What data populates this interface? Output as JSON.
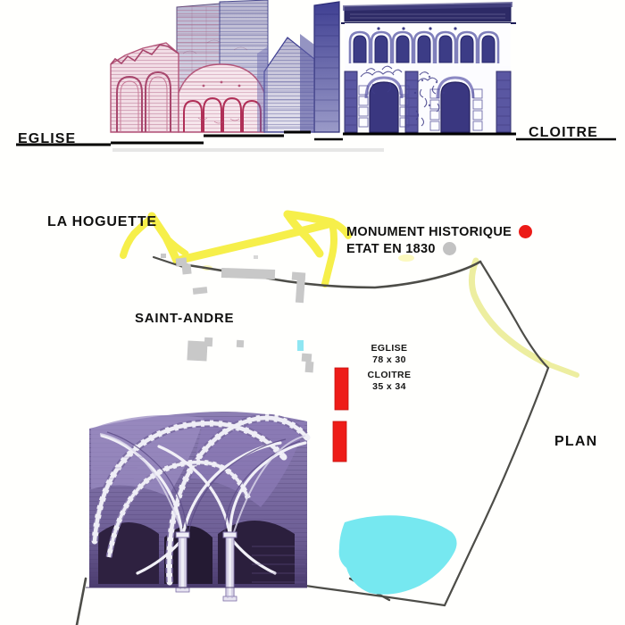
{
  "document": {
    "type": "archaeological-site-map",
    "subject": "Abbey ruins site plan with elevation drawings"
  },
  "elevation": {
    "left_label": "EGLISE",
    "right_label": "CLOITRE",
    "church_ink_color": "#b5577a",
    "cloister_ink_color": "#3a3a8c",
    "ground_line_color": "#000000"
  },
  "map": {
    "place_labels": [
      {
        "name": "LA HOGUETTE"
      },
      {
        "name": "SAINT-ANDRE"
      }
    ],
    "plan_label": "PLAN",
    "legend": {
      "rows": [
        {
          "text": "MONUMENT HISTORIQUE",
          "marker": "red-dot",
          "color": "#ec1b17"
        },
        {
          "text": "ETAT EN 1830",
          "marker": "grey-dot",
          "color": "#c2c2c2"
        }
      ]
    },
    "footprints": [
      {
        "name": "EGLISE",
        "dimensions": "78 x 30",
        "color": "#ee1c18"
      },
      {
        "name": "CLOITRE",
        "dimensions": "35 x 34",
        "color": "#ee1c18"
      }
    ],
    "colors": {
      "road": "#f6ef4a",
      "road_pale": "#edeea0",
      "boundary": "#4d4d48",
      "building": "#c8c8c8",
      "water": "#76e8f0",
      "water_small": "#8fe6f2"
    }
  },
  "vault_drawing": {
    "ink_color": "#7f6fa8",
    "shadow_color": "#2e2140"
  }
}
